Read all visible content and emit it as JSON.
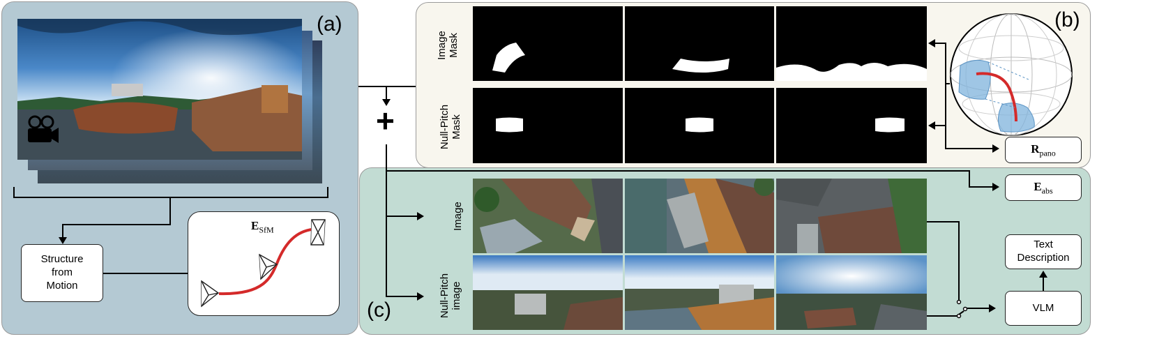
{
  "panel_labels": {
    "a": "(a)",
    "b": "(b)",
    "c": "(c)"
  },
  "sfm_box": {
    "label_lines": [
      "Structure",
      "from",
      "Motion"
    ]
  },
  "e_sfm": {
    "symbol": "E",
    "subscript": "SfM"
  },
  "r_pano": {
    "symbol": "R",
    "subscript": "pano"
  },
  "e_abs": {
    "symbol": "E",
    "subscript": "abs"
  },
  "row_labels": {
    "image_mask": [
      "Image",
      "Mask"
    ],
    "null_pitch_mask": [
      "Null-Pitch",
      "Mask"
    ],
    "image": [
      "Image"
    ],
    "null_pitch_image": [
      "Null-Pitch",
      "image"
    ]
  },
  "text_description_box": {
    "label_lines": [
      "Text",
      "Description"
    ]
  },
  "vlm_box": {
    "label": "VLM"
  },
  "plus_sign": "+",
  "colors": {
    "panel_a_bg": "#b4c9d3",
    "panel_b_bg": "#f8f6ee",
    "panel_c_bg": "#c2dcd3",
    "trajectory": "#d42a2a",
    "sphere_patch": "#7fb3dc"
  },
  "icons": [
    "video-camera-icon",
    "camera-frustum-icon",
    "sphere-icon",
    "switch-icon"
  ]
}
